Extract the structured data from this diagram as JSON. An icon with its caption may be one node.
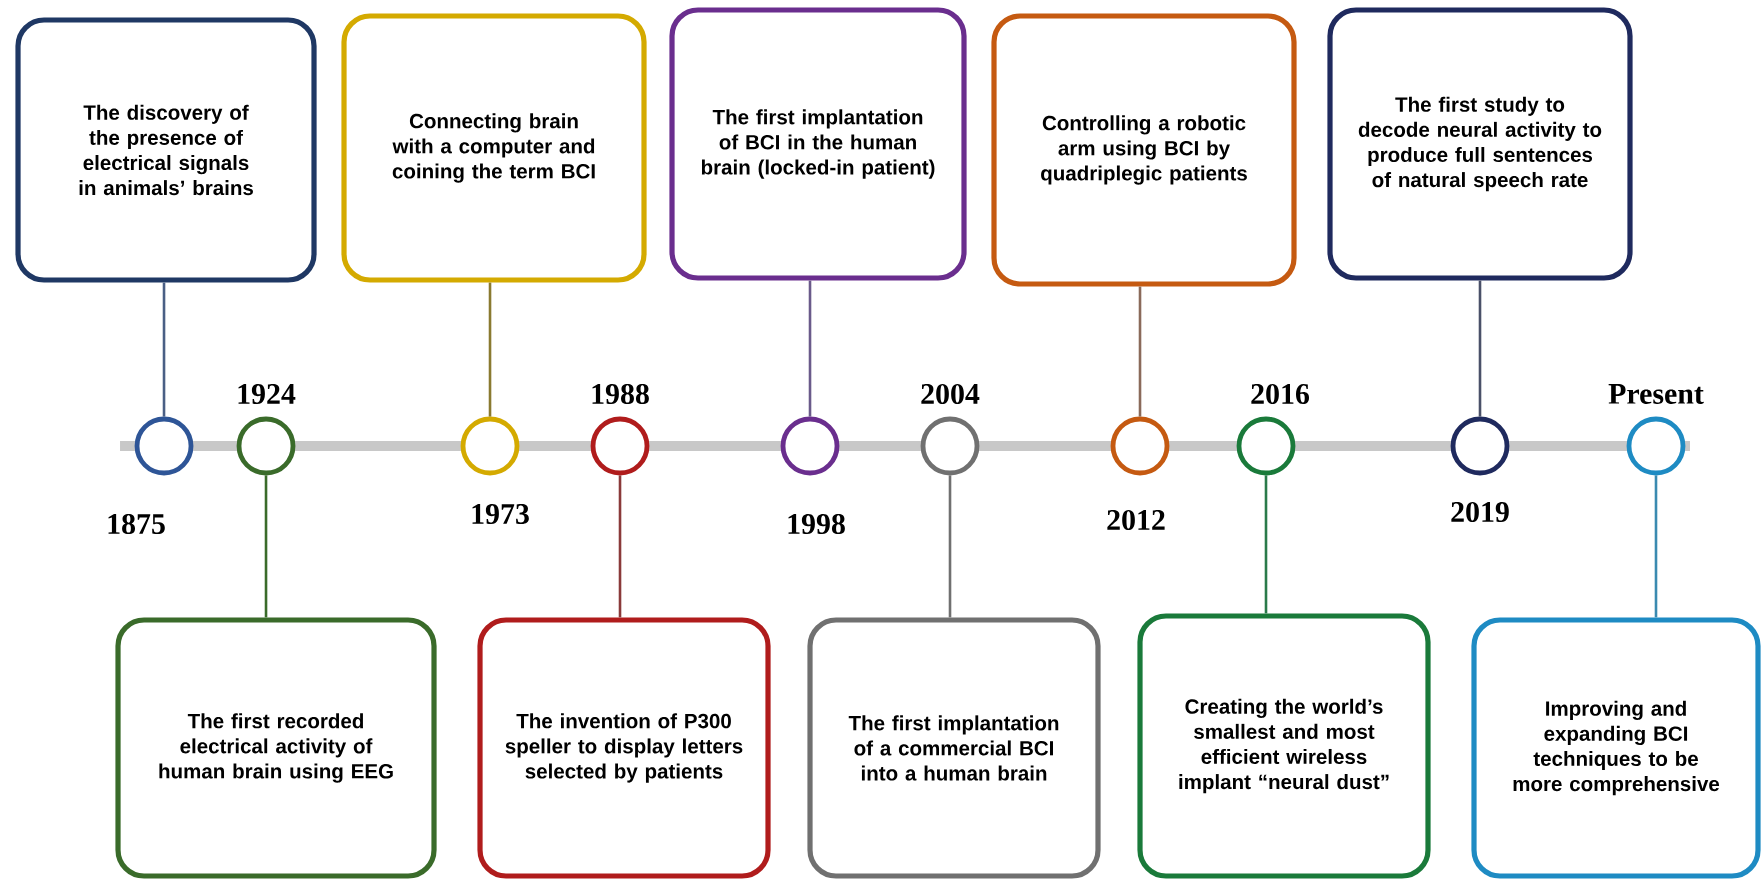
{
  "diagram": {
    "nodes": [
      {
        "text": [
          "The discovery of the presence of electrical signals in animals’ brains"
        ]
      },
      {
        "text": [
          "Connecting brain with a computer and coining the term BCI"
        ]
      },
      {
        "text": [
          "The first implantation of BCI in the human brain (locked-in patient)"
        ]
      },
      {
        "text": [
          "Controlling a robotic arm using BCI by quadriplegic patients"
        ]
      },
      {
        "text": [
          "The first study to decode neural activity to produce full sentences of natural speech rate"
        ]
      },
      {
        "text": [],
        "shape": "circle",
        "beside": [
          "1875"
        ]
      },
      {
        "text": [],
        "shape": "circle",
        "beside": [
          "1924"
        ]
      },
      {
        "text": [],
        "shape": "circle",
        "beside": [
          "1973"
        ]
      },
      {
        "text": [],
        "shape": "circle",
        "beside": [
          "1988"
        ]
      },
      {
        "text": [],
        "shape": "circle",
        "beside": [
          "1998"
        ]
      },
      {
        "text": [],
        "shape": "circle",
        "beside": [
          "2004"
        ]
      },
      {
        "text": [],
        "shape": "circle",
        "beside": [
          "2012"
        ]
      },
      {
        "text": [],
        "shape": "circle",
        "beside": [
          "2016"
        ]
      },
      {
        "text": [],
        "shape": "circle",
        "beside": [
          "2019"
        ]
      },
      {
        "text": [],
        "shape": "circle",
        "beside": [
          "Present"
        ]
      },
      {
        "text": [
          "The first recorded electrical activity of human brain using EEG"
        ]
      },
      {
        "text": [
          "The invention of P300 speller to display letters selected by patients"
        ]
      },
      {
        "text": [
          "The first implantation of a commercial BCI into a human brain"
        ]
      },
      {
        "text": [
          "Creating the world’s smallest and most efficient wireless implant  “neural dust”"
        ]
      },
      {
        "text": [
          "Improving and expanding BCI techniques to be more comprehensive"
        ]
      }
    ],
    "edges": [
      {
        "from": 0,
        "to": 5,
        "arrow": "none",
        "color": "#4a5f85"
      },
      {
        "from": 15,
        "to": 6,
        "arrow": "none",
        "color": "#3a6b2a"
      },
      {
        "from": 1,
        "to": 7,
        "arrow": "none",
        "color": "#8a7a30"
      },
      {
        "from": 16,
        "to": 8,
        "arrow": "none",
        "color": "#8a3a3a"
      },
      {
        "from": 2,
        "to": 9,
        "arrow": "none",
        "color": "#6a5a8a"
      },
      {
        "from": 17,
        "to": 10,
        "arrow": "none",
        "color": "#707070"
      },
      {
        "from": 3,
        "to": 11,
        "arrow": "none",
        "color": "#8a6a5a"
      },
      {
        "from": 18,
        "to": 12,
        "arrow": "none",
        "color": "#2a7a4a"
      },
      {
        "from": 4,
        "to": 13,
        "arrow": "none",
        "color": "#4a5068"
      },
      {
        "from": 19,
        "to": 14,
        "arrow": "none",
        "color": "#3a8ab0"
      }
    ]
  }
}
